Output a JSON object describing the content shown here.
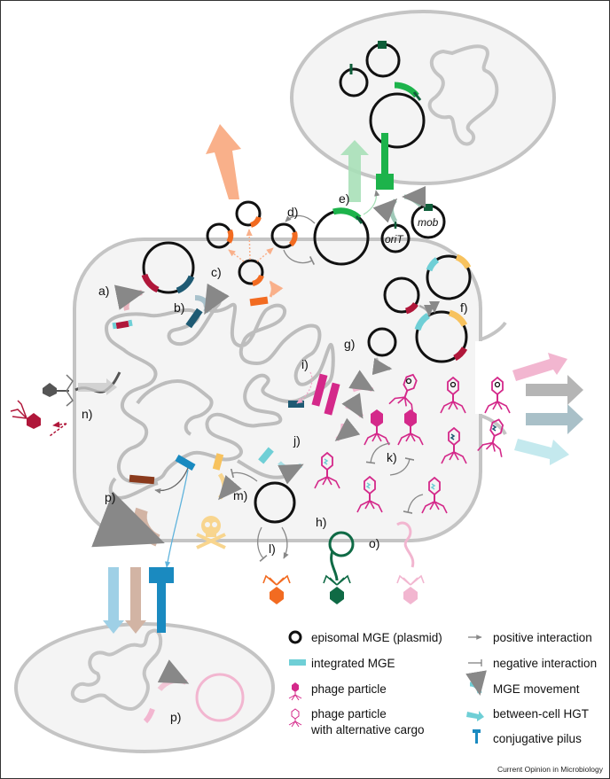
{
  "figure": {
    "colors": {
      "cell_fill": "#f4f4f4",
      "cell_stroke": "#bdbdbd",
      "chromosome": "#bdbdbd",
      "plasmid": "#111111",
      "orange": "#f26b21",
      "orange_light": "#f9b08a",
      "green": "#1db34b",
      "green_dark": "#0f5e3a",
      "green_light": "#a8e0b8",
      "teal": "#6fcfd6",
      "navy": "#1e5a73",
      "blue": "#1a8ac0",
      "blue_light": "#9fd0e6",
      "crimson": "#b0173a",
      "pink": "#f2a8c8",
      "magenta": "#d4298a",
      "yellow": "#f7c25e",
      "yellow_light": "#f8d58e",
      "brown": "#8a3a1c",
      "brown_light": "#d2b4a4",
      "gray_arrow": "#999999",
      "slate": "#7f9ea8",
      "dark_gray": "#555555"
    },
    "labels": {
      "a": "a)",
      "b": "b)",
      "c": "c)",
      "d": "d)",
      "e": "e)",
      "f": "f)",
      "g": "g)",
      "h": "h)",
      "i": "i)",
      "j": "j)",
      "k": "k)",
      "l": "l)",
      "m": "m)",
      "n": "n)",
      "o": "o)",
      "p_main": "p)",
      "p_recipient": "p)"
    },
    "plasmid_texts": {
      "orit": "oriT",
      "mob": "mob"
    }
  },
  "legend": {
    "items_left": [
      {
        "icon": "episomal-mge-icon",
        "label": "episomal MGE (plasmid)"
      },
      {
        "icon": "integrated-mge-icon",
        "label": "integrated MGE"
      },
      {
        "icon": "phage-particle-icon",
        "label": "phage particle"
      },
      {
        "icon": "phage-alt-cargo-icon",
        "label_line1": "phage particle",
        "label_line2": "with alternative cargo"
      }
    ],
    "items_right": [
      {
        "icon": "positive-interaction-icon",
        "label": "positive interaction"
      },
      {
        "icon": "negative-interaction-icon",
        "label": "negative interaction"
      },
      {
        "icon": "mge-movement-icon",
        "label": "MGE movement"
      },
      {
        "icon": "between-cell-hgt-icon",
        "label": "between-cell HGT"
      },
      {
        "icon": "conjugative-pilus-icon",
        "label": "conjugative pilus"
      }
    ]
  },
  "credit": "Current Opinion in Microbiology"
}
